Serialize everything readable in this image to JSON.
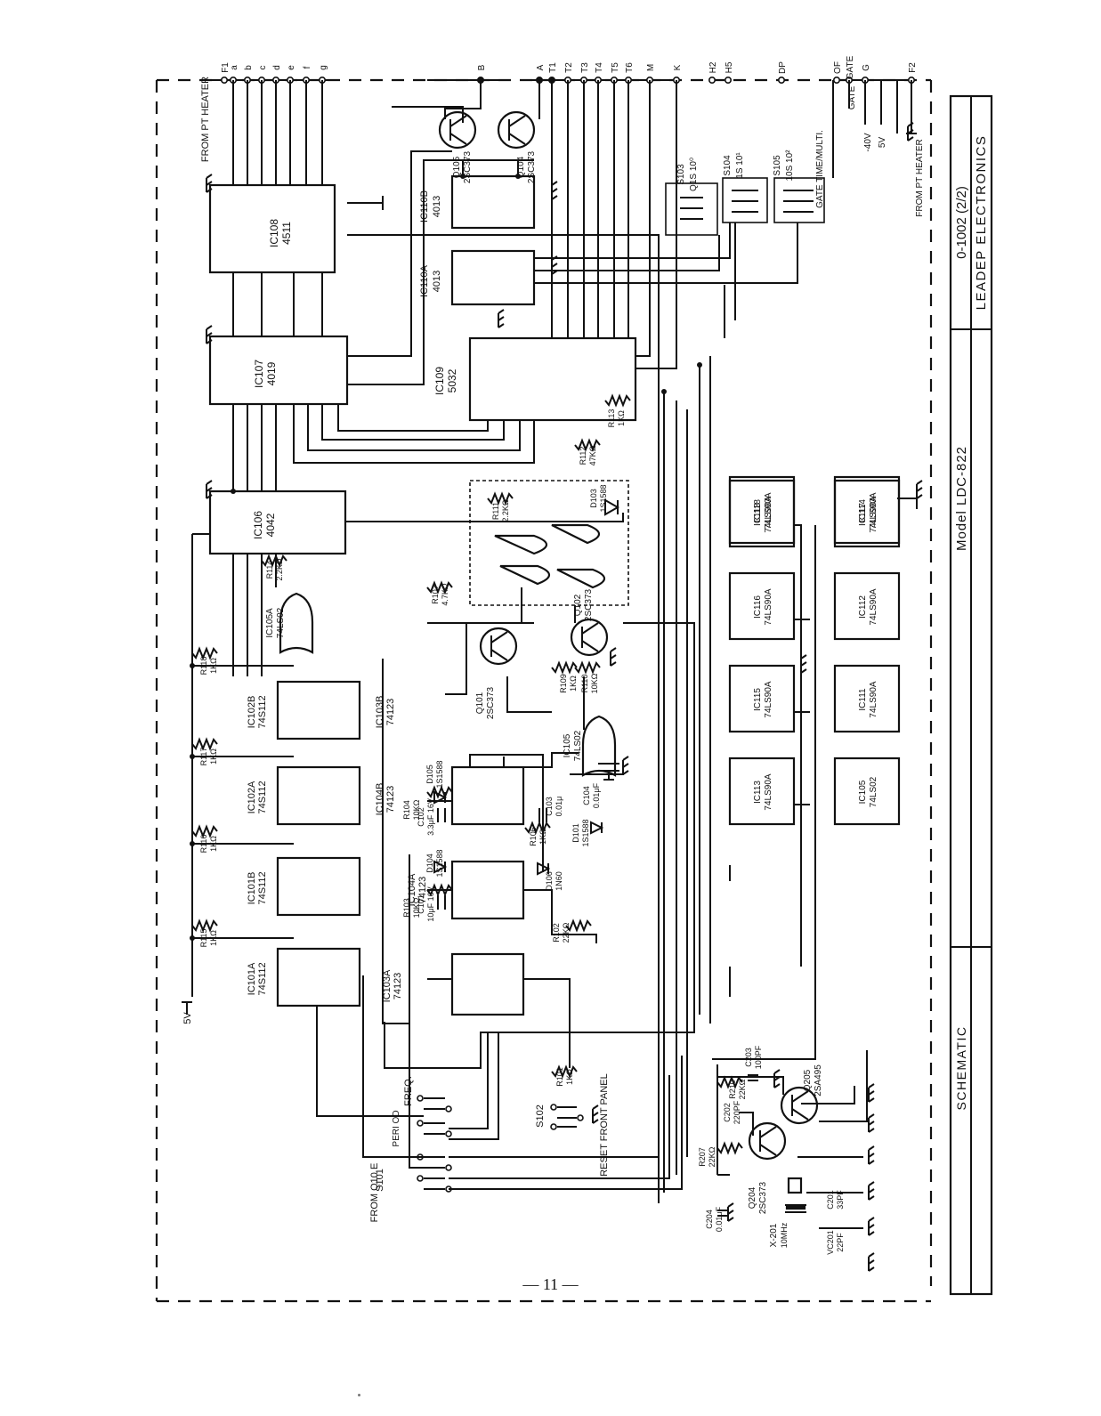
{
  "title_block": {
    "doc_number": "0-1002 (2/2)",
    "company": "LEADEP ELECTRONICS",
    "model": "Model LDC-822",
    "kind": "SCHEMATIC"
  },
  "page_number": "— 11 —",
  "ics": [
    {
      "ref": "IC108",
      "part": "4511"
    },
    {
      "ref": "IC107",
      "part": "4019"
    },
    {
      "ref": "IC106",
      "part": "4042"
    },
    {
      "ref": "IC109",
      "part": "5032"
    },
    {
      "ref": "IC110B",
      "part": "4013"
    },
    {
      "ref": "IC110A",
      "part": "4013"
    },
    {
      "ref": "IC101A",
      "part": "74S112"
    },
    {
      "ref": "IC101B",
      "part": "74S112"
    },
    {
      "ref": "IC102A",
      "part": "74S112"
    },
    {
      "ref": "IC102B",
      "part": "74S112"
    },
    {
      "ref": "IC103A",
      "part": "74123"
    },
    {
      "ref": "IC103B",
      "part": "74123"
    },
    {
      "ref": "IC104A",
      "part": "74123"
    },
    {
      "ref": "IC104B",
      "part": "74123"
    },
    {
      "ref": "IC105A",
      "part": "74LS02"
    },
    {
      "ref": "IC105",
      "part": "74LS02"
    },
    {
      "ref": "IC111",
      "part": "74LS90A"
    },
    {
      "ref": "IC112",
      "part": "74LS90A"
    },
    {
      "ref": "IC113",
      "part": "74LS90A"
    },
    {
      "ref": "IC114",
      "part": "74LS90A"
    },
    {
      "ref": "IC115",
      "part": "74LS90A"
    },
    {
      "ref": "IC116",
      "part": "74LS90A"
    },
    {
      "ref": "IC117",
      "part": "74LS90A"
    },
    {
      "ref": "IC118",
      "part": "74LS90A"
    }
  ],
  "transistors": [
    {
      "ref": "Q105",
      "part": "2SC373"
    },
    {
      "ref": "Q104",
      "part": "2SC373"
    },
    {
      "ref": "Q101",
      "part": "2SC373"
    },
    {
      "ref": "Q102",
      "part": "2SC373"
    },
    {
      "ref": "Q204",
      "part": "2SC373"
    },
    {
      "ref": "Q205",
      "part": "2SA495"
    }
  ],
  "resistors": [
    {
      "ref": "R115",
      "value": "1KΩ"
    },
    {
      "ref": "R116",
      "value": "1KΩ"
    },
    {
      "ref": "R117",
      "value": "1KΩ"
    },
    {
      "ref": "R118",
      "value": "1KΩ"
    },
    {
      "ref": "R114",
      "value": "2.2KΩ"
    },
    {
      "ref": "R107",
      "value": "4.7KΩ"
    },
    {
      "ref": "R111",
      "value": "2.2KΩ"
    },
    {
      "ref": "R112",
      "value": "47KΩ"
    },
    {
      "ref": "R113",
      "value": "1KΩ"
    },
    {
      "ref": "R109",
      "value": "1KΩ"
    },
    {
      "ref": "R110",
      "value": "10KΩ"
    },
    {
      "ref": "R104",
      "value": "10KΩ"
    },
    {
      "ref": "R103",
      "value": "10KΩ"
    },
    {
      "ref": "R102",
      "value": "22KΩ"
    },
    {
      "ref": "R106",
      "value": "1KΩ"
    },
    {
      "ref": "R101",
      "value": "1KΩ"
    },
    {
      "ref": "R207",
      "value": "22KΩ"
    },
    {
      "ref": "R210",
      "value": "22KΩ"
    }
  ],
  "capacitors": [
    {
      "ref": "C101",
      "value": "10μF 16V"
    },
    {
      "ref": "C102",
      "value": "3.3μF 16V"
    },
    {
      "ref": "C103",
      "value": "0.01μ"
    },
    {
      "ref": "C104",
      "value": "0.01μF"
    },
    {
      "ref": "C201",
      "value": "33PF"
    },
    {
      "ref": "C202",
      "value": "220PF"
    },
    {
      "ref": "C203",
      "value": "100PF"
    },
    {
      "ref": "C204",
      "value": "0.01μF"
    },
    {
      "ref": "VC201",
      "value": "22PF"
    }
  ],
  "diodes": [
    {
      "ref": "D103",
      "part": "1S1588"
    },
    {
      "ref": "D104",
      "part": "1S1588"
    },
    {
      "ref": "D105",
      "part": "1S1588"
    },
    {
      "ref": "D106",
      "part": "1N60"
    },
    {
      "ref": "D101",
      "part": "1S1588"
    }
  ],
  "crystal": {
    "ref": "X-201",
    "value": "10MHz"
  },
  "switches": [
    {
      "ref": "S101",
      "label": "FREQ."
    },
    {
      "ref": "S102",
      "label": "RESET"
    },
    {
      "ref": "S103",
      "label": "Q1S 10⁰"
    },
    {
      "ref": "S104",
      "label": "1S 10¹"
    },
    {
      "ref": "S105",
      "label": "10S 10²"
    }
  ],
  "labels": {
    "from_pt_heater_top": "FROM PT HEATER",
    "from_pt_heater_right": "FROM PT HEATER",
    "from_q10e": "FROM Q10 E",
    "freq": "FREQ.",
    "peri_od": "PERI OD",
    "reset_front_panel": "RESET FRONT PANEL",
    "gate_time_multi": "GATE TIME/MULTI.",
    "gate": "GATE",
    "minus40v": "-40V",
    "plus5v": "5V",
    "v5": "5V"
  },
  "connector_pins": [
    "F1",
    "a",
    "b",
    "c",
    "d",
    "e",
    "f",
    "g",
    "B",
    "A",
    "T1",
    "T2",
    "T3",
    "T4",
    "T5",
    "T6",
    "M",
    "K",
    "H2",
    "H5",
    "DP",
    "OF",
    "GATE",
    "G",
    "F2"
  ]
}
